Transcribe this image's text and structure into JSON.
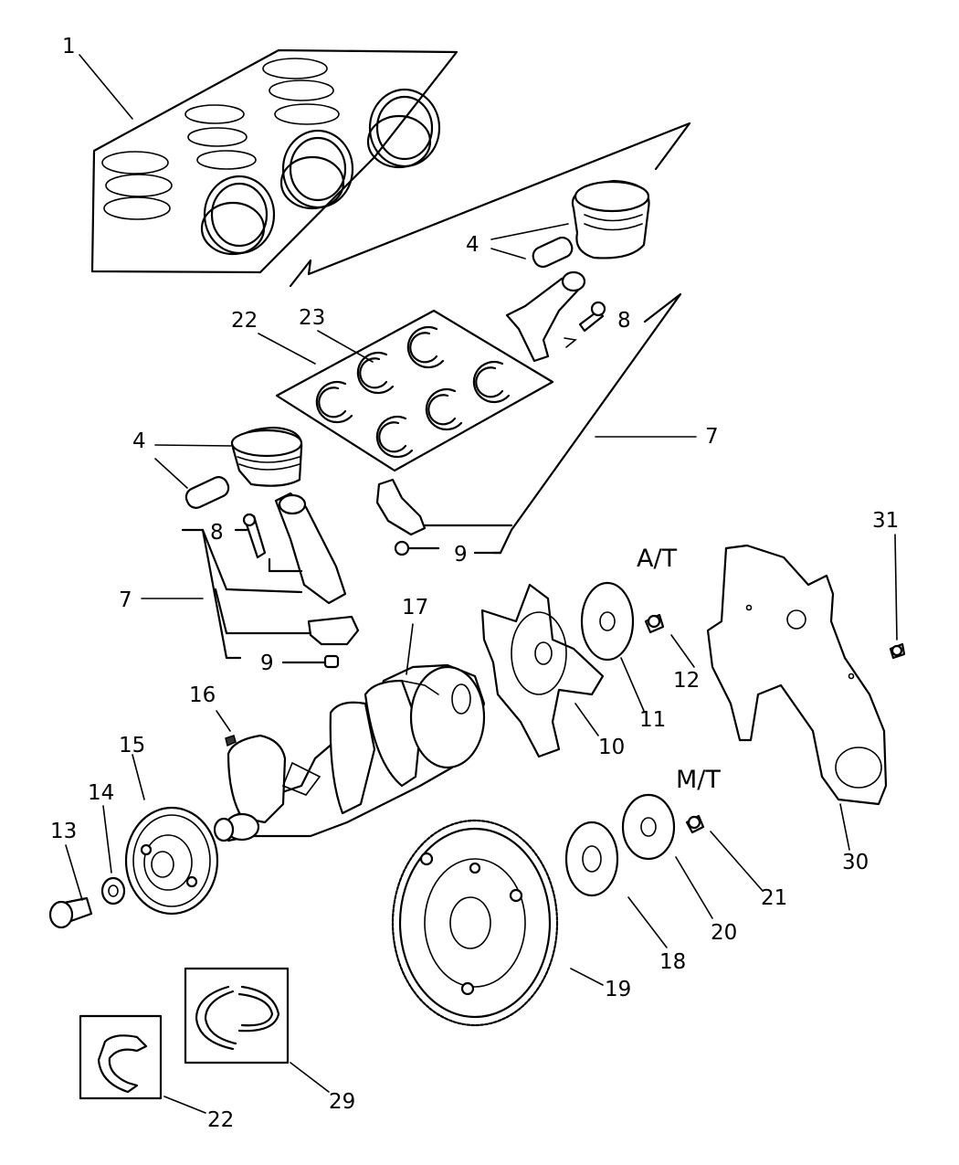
{
  "callouts": {
    "c1": "1",
    "c4a": "4",
    "c4b": "4",
    "c7a": "7",
    "c7b": "7",
    "c8a": "8",
    "c8b": "8",
    "c9a": "9",
    "c9b": "9",
    "c10": "10",
    "c11": "11",
    "c12": "12",
    "c13": "13",
    "c14": "14",
    "c15": "15",
    "c16": "16",
    "c17": "17",
    "c18": "18",
    "c19": "19",
    "c20": "20",
    "c21": "21",
    "c22a": "22",
    "c22b": "22",
    "c23": "23",
    "c29": "29",
    "c30": "30",
    "c31": "31"
  },
  "section_labels": {
    "automatic": "A/T",
    "manual": "M/T"
  }
}
